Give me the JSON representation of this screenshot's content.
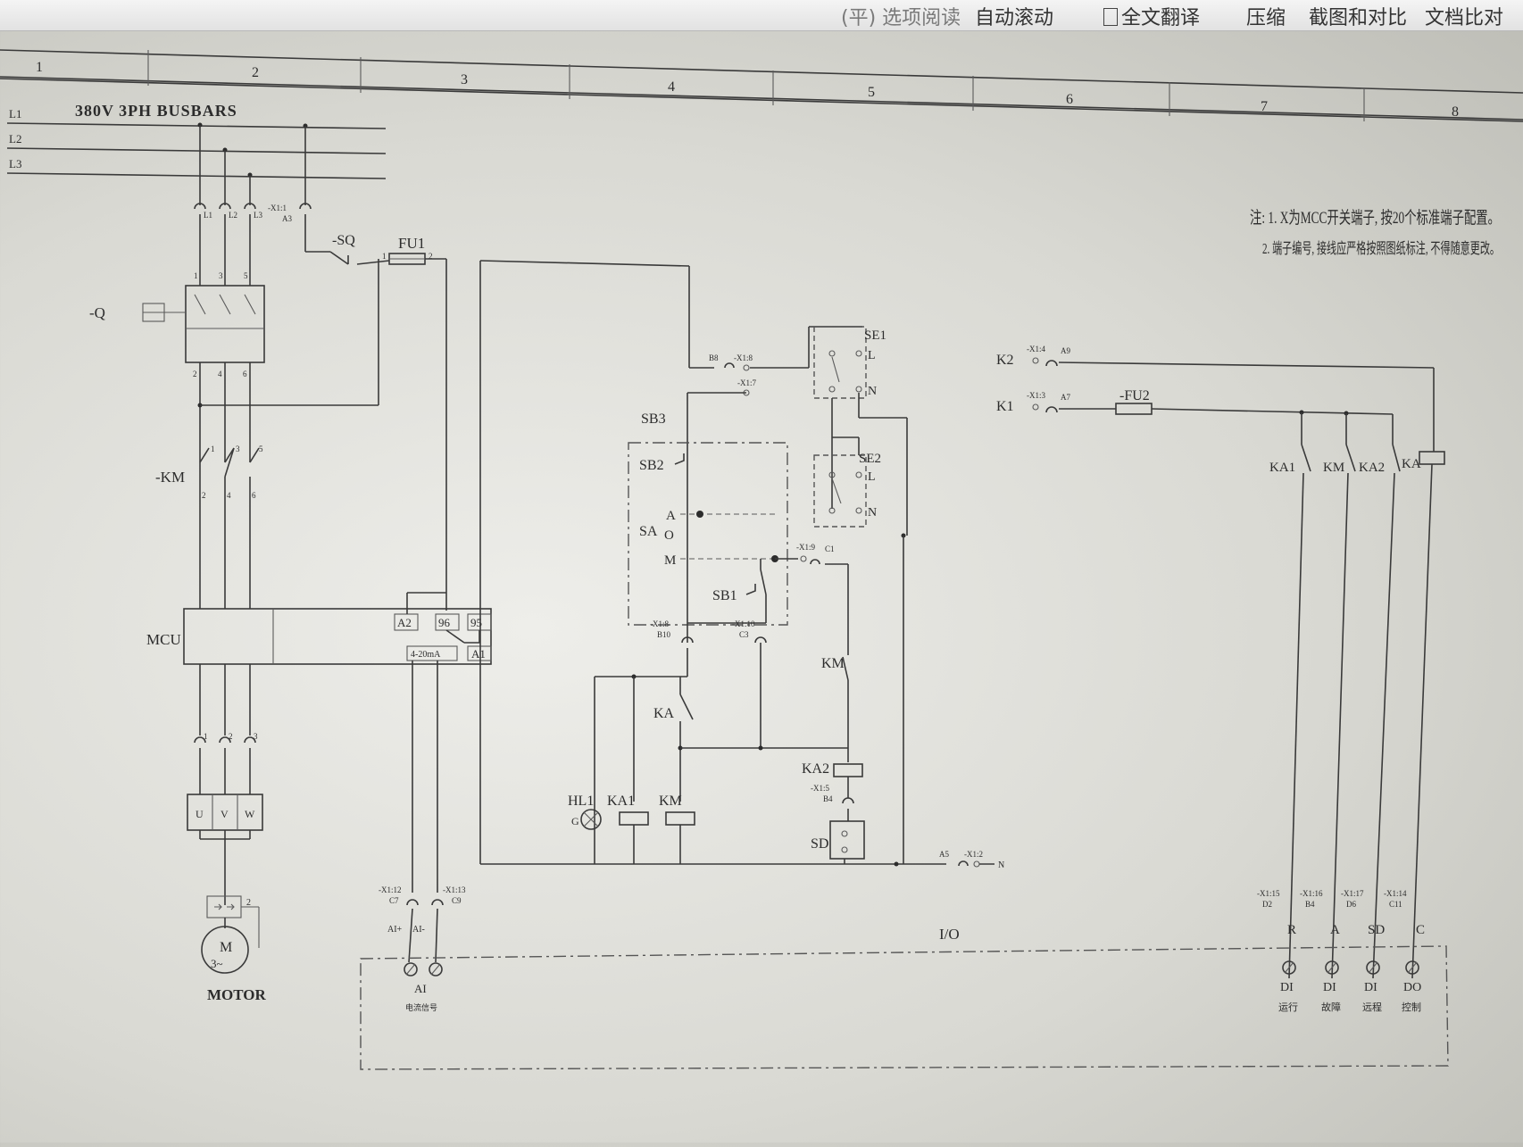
{
  "toolbar": {
    "items": [
      "自动滚动",
      "全文翻译",
      "压缩",
      "截图和对比",
      "文档比对"
    ],
    "cut_items": [
      "(平) 选项阅读"
    ]
  },
  "columns": [
    "1",
    "2",
    "3",
    "4",
    "5",
    "6",
    "7",
    "8"
  ],
  "bus": {
    "title": "380V 3PH BUSBARS",
    "lines": [
      "L1",
      "L2",
      "L3"
    ]
  },
  "notes": [
    "注: 1. X为MCC开关端子, 按20个标准端子配置。",
    "2. 端子编号, 接线应严格按照图纸标注, 不得随意更改。"
  ],
  "labels": {
    "q": "-Q",
    "km": "-KM",
    "mcu": "MCU",
    "motor": "MOTOR",
    "motor_sym": "M",
    "motor_ph": "3~",
    "sq": "-SQ",
    "fu1": "FU1",
    "fu2": "-FU2",
    "sb3": "SB3",
    "sb2": "SB2",
    "sb1": "SB1",
    "sa": "SA",
    "sa_a": "A",
    "sa_o": "O",
    "sa_m": "M",
    "se1": "SE1",
    "se2": "SE2",
    "l": "L",
    "n": "N",
    "k1": "K1",
    "k2": "K2",
    "ka": "KA",
    "km_c": "KM",
    "ka1": "KA1",
    "ka2": "KA2",
    "hl1": "HL1",
    "hl_g": "G",
    "sd": "SD",
    "mcu_a2": "A2",
    "mcu_96": "96",
    "mcu_95": "95",
    "mcu_a1": "A1",
    "mcu_ma": "4-20mA",
    "io": "I/O",
    "uvw": [
      "U",
      "V",
      "W"
    ],
    "l123": [
      "L1",
      "L2",
      "L3"
    ],
    "p135": [
      "1",
      "3",
      "5"
    ],
    "p246": [
      "2",
      "4",
      "6"
    ],
    "ai": "AI",
    "ai_plus": "AI+",
    "ai_minus": "AI-",
    "n_label": "N"
  },
  "terminals": {
    "x11": "-X1:1",
    "a3": "A3",
    "x18": "-X1:8",
    "b8": "B8",
    "x17": "-X1:7",
    "x19": "-X1:9",
    "c1": "C1",
    "x18b": "-X1:8",
    "b10": "B10",
    "x110": "-X1:10",
    "c3": "C3",
    "x15": "-X1:5",
    "b4": "B4",
    "a5": "A5",
    "x12": "-X1:2",
    "x14": "-X1:4",
    "a9": "A9",
    "x13": "-X1:3",
    "a7": "A7",
    "x112": "-X1:12",
    "c7": "C7",
    "x113": "-X1:13",
    "c9": "C9",
    "x115": "-X1:15",
    "d2": "D2",
    "x116": "-X1:16",
    "b4b": "B4",
    "x117": "-X1:17",
    "d6": "D6",
    "x114": "-X1:14",
    "c11": "C11"
  },
  "io_points": [
    {
      "sig": "R",
      "type": "DI",
      "desc": "运行"
    },
    {
      "sig": "A",
      "type": "DI",
      "desc": "故障"
    },
    {
      "sig": "SD",
      "type": "DI",
      "desc": "远程"
    },
    {
      "sig": "C",
      "type": "DO",
      "desc": "控制"
    }
  ],
  "ai_desc": "电流信号"
}
